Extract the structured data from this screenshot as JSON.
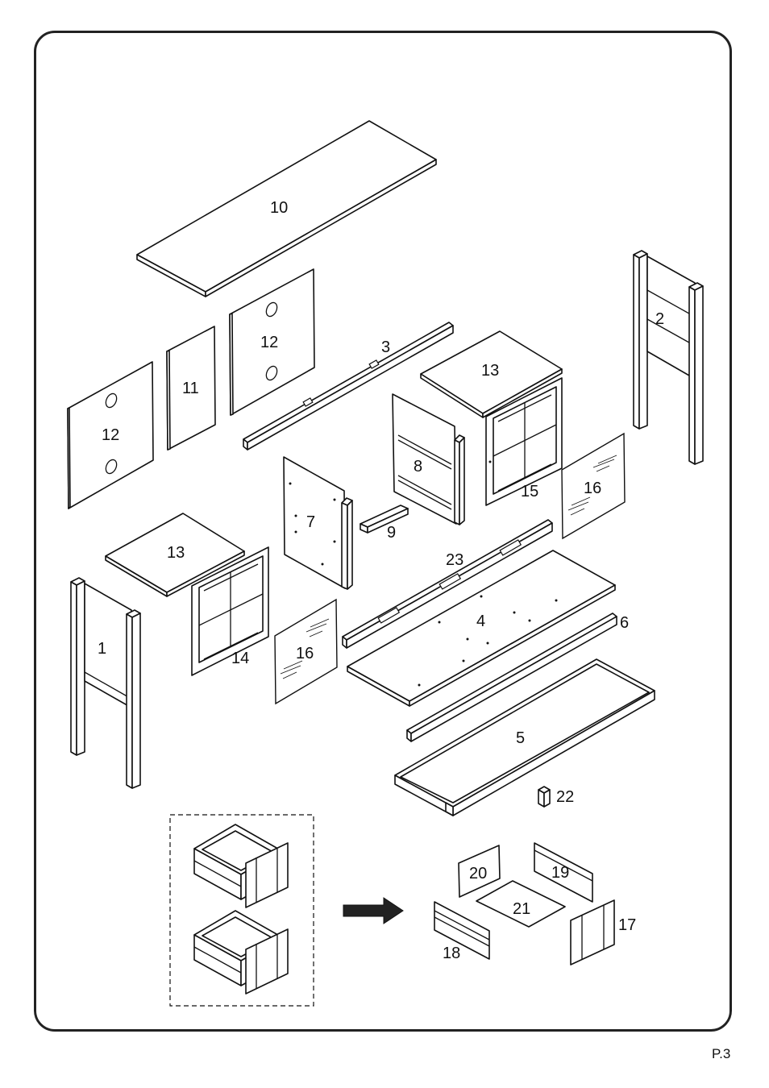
{
  "page_number": "P.3",
  "parts": {
    "p1": "1",
    "p2": "2",
    "p3": "3",
    "p4": "4",
    "p5": "5",
    "p6": "6",
    "p7": "7",
    "p8": "8",
    "p9": "9",
    "p10": "10",
    "p11": "11",
    "p12a": "12",
    "p12b": "12",
    "p13a": "13",
    "p13b": "13",
    "p14": "14",
    "p15": "15",
    "p16a": "16",
    "p16b": "16",
    "p17": "17",
    "p18": "18",
    "p19": "19",
    "p20": "20",
    "p21": "21",
    "p22": "22",
    "p23": "23"
  },
  "icons": {
    "arrow": "right-arrow-icon"
  },
  "colors": {
    "line": "#111111",
    "background": "#ffffff"
  }
}
